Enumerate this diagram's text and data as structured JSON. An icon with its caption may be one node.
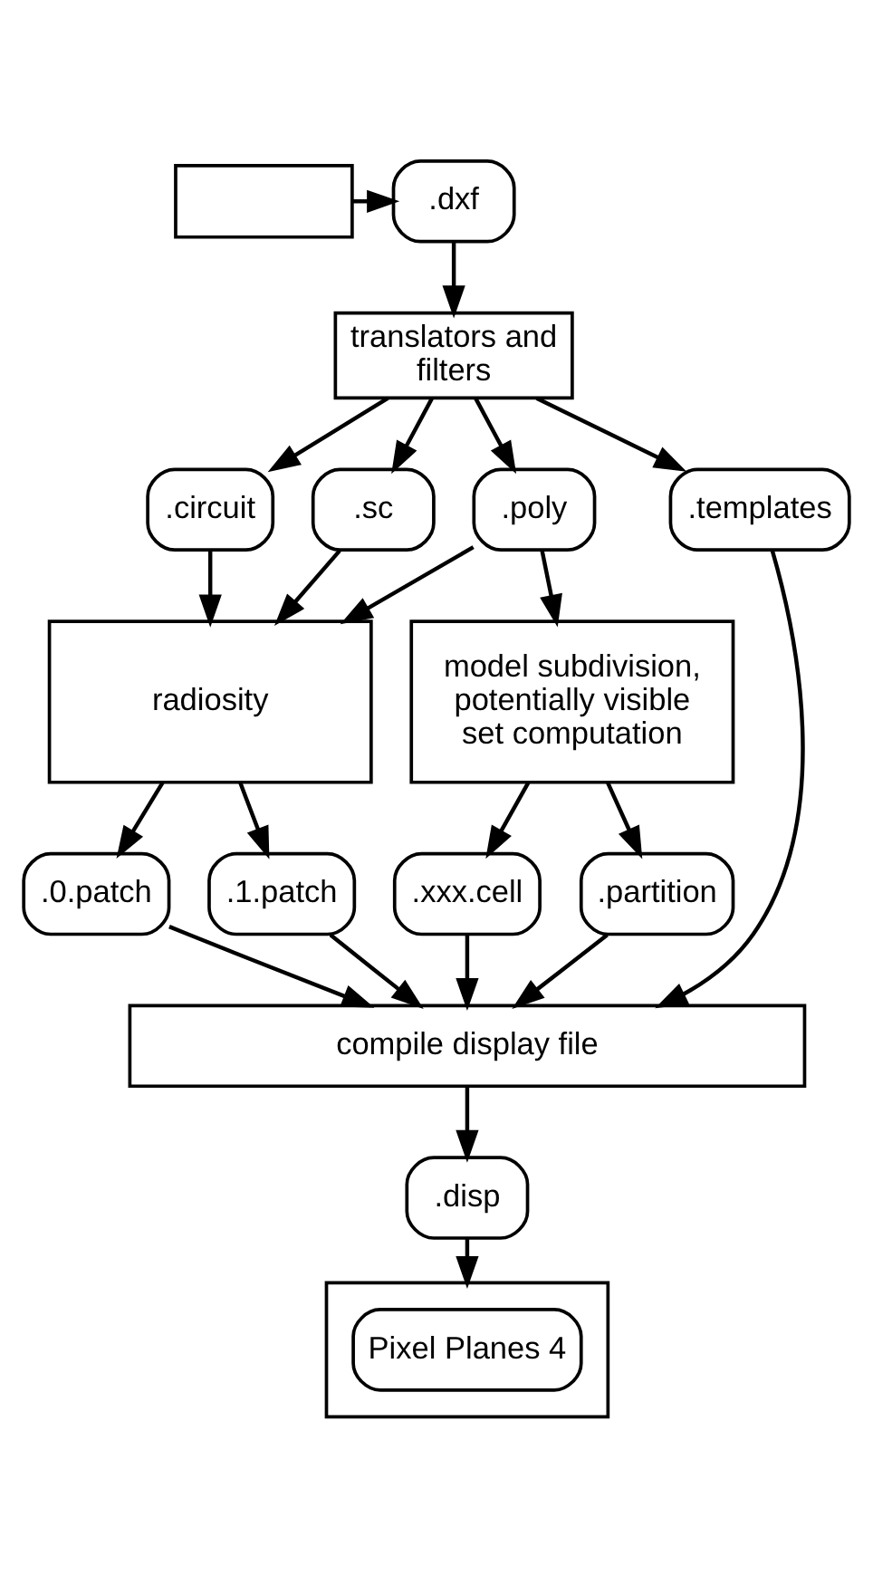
{
  "diagram": {
    "nodes": [
      {
        "text": [],
        "shape": "box"
      },
      {
        "text": [
          ".dxf"
        ]
      },
      {
        "text": [
          "translators and filters"
        ]
      },
      {
        "text": [
          ".circuit"
        ]
      },
      {
        "text": [
          ".sc"
        ]
      },
      {
        "text": [
          ".poly"
        ]
      },
      {
        "text": [
          ".templates"
        ]
      },
      {
        "text": [
          "radiosity"
        ]
      },
      {
        "text": [
          "model subdivision, potentially visible set computation"
        ]
      },
      {
        "text": [
          ".0.patch"
        ]
      },
      {
        "text": [
          ".1.patch"
        ]
      },
      {
        "text": [
          ".xxx.cell"
        ]
      },
      {
        "text": [
          ".partition"
        ]
      },
      {
        "text": [
          "compile display file"
        ]
      },
      {
        "text": [
          ".disp"
        ]
      },
      {
        "text": [],
        "shape": "box"
      },
      {
        "text": [
          "Pixel Planes 4"
        ],
        "in": 15
      }
    ],
    "edges": [
      {
        "from": 0,
        "to": 1,
        "arrow": "to"
      },
      {
        "from": 1,
        "to": 2,
        "arrow": "to"
      },
      {
        "from": 2,
        "to": 3,
        "arrow": "to"
      },
      {
        "from": 2,
        "to": 4,
        "arrow": "to"
      },
      {
        "from": 2,
        "to": 5,
        "arrow": "to"
      },
      {
        "from": 2,
        "to": 6,
        "arrow": "to"
      },
      {
        "from": 3,
        "to": 7,
        "arrow": "to"
      },
      {
        "from": 4,
        "to": 7,
        "arrow": "to"
      },
      {
        "from": 5,
        "to": 7,
        "arrow": "to"
      },
      {
        "from": 5,
        "to": 8,
        "arrow": "to"
      },
      {
        "from": 7,
        "to": 9,
        "arrow": "to"
      },
      {
        "from": 7,
        "to": 10,
        "arrow": "to"
      },
      {
        "from": 8,
        "to": 11,
        "arrow": "to"
      },
      {
        "from": 8,
        "to": 12,
        "arrow": "to"
      },
      {
        "from": 9,
        "to": 13,
        "arrow": "to"
      },
      {
        "from": 10,
        "to": 13,
        "arrow": "to"
      },
      {
        "from": 11,
        "to": 13,
        "arrow": "to"
      },
      {
        "from": 12,
        "to": 13,
        "arrow": "to"
      },
      {
        "from": 6,
        "to": 13,
        "arrow": "to"
      },
      {
        "from": 13,
        "to": 14,
        "arrow": "to"
      },
      {
        "from": 14,
        "to": 15,
        "arrow": "to"
      }
    ]
  }
}
